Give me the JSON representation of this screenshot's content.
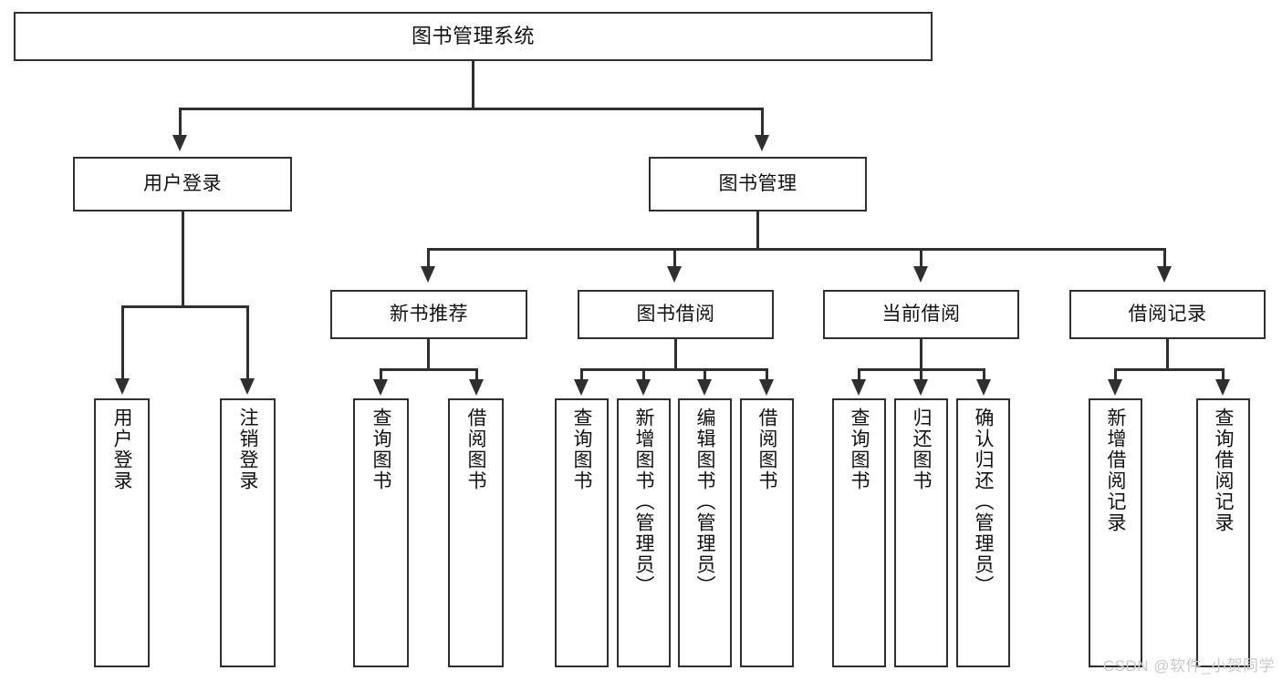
{
  "diagram": {
    "title": "图书管理系统",
    "type": "tree-hierarchy-chart",
    "root": {
      "label": "图书管理系统"
    },
    "level2": [
      {
        "label": "用户登录"
      },
      {
        "label": "图书管理"
      }
    ],
    "level3": [
      {
        "label": "新书推荐"
      },
      {
        "label": "图书借阅"
      },
      {
        "label": "当前借阅"
      },
      {
        "label": "借阅记录"
      }
    ],
    "leaves": {
      "user_login": [
        {
          "label": "用户登录"
        },
        {
          "label": "注销登录"
        }
      ],
      "new_book_recommend": [
        {
          "label": "查询图书"
        },
        {
          "label": "借阅图书"
        }
      ],
      "book_borrow": [
        {
          "label": "查询图书"
        },
        {
          "label": "新增图书（管理员）"
        },
        {
          "label": "编辑图书（管理员）"
        },
        {
          "label": "借阅图书"
        }
      ],
      "current_borrow": [
        {
          "label": "查询图书"
        },
        {
          "label": "归还图书"
        },
        {
          "label": "确认归还（管理员）"
        }
      ],
      "borrow_record": [
        {
          "label": "新增借阅记录"
        },
        {
          "label": "查询借阅记录"
        }
      ]
    }
  },
  "watermark": {
    "text": "CSDN @软件_小贺同学"
  },
  "colors": {
    "stroke": "#2f2f2f",
    "background": "#ffffff",
    "text": "#111111",
    "watermark": "#c9c9c9"
  }
}
